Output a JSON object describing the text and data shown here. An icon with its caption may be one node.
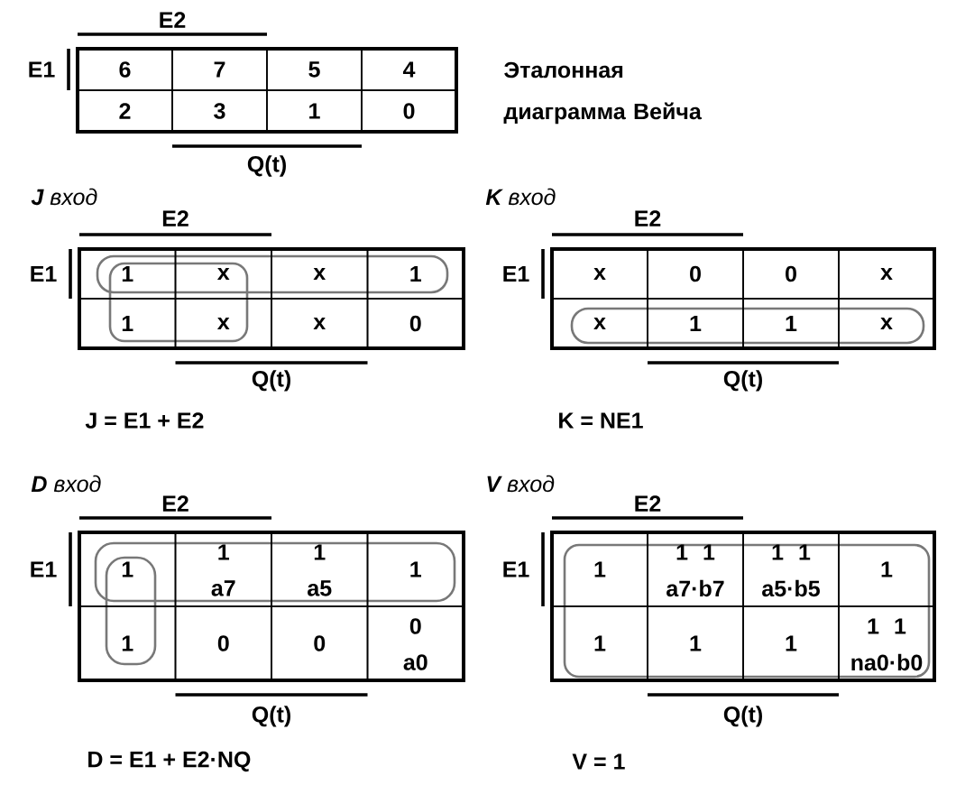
{
  "diagram": {
    "nodes": [
      {
        "text": [],
        "shape": "box"
      },
      {
        "text": [],
        "shape": "box"
      },
      {
        "text": [],
        "shape": "box"
      },
      {
        "text": [],
        "shape": "box"
      },
      {
        "text": [],
        "shape": "box"
      },
      {
        "text": [],
        "shape": "box"
      }
    ],
    "labels": [
      "E2",
      "E1",
      "6",
      "7",
      "5",
      "4",
      "2",
      "3",
      "1",
      "0",
      "Q(t)",
      "Эталонная диаграмма Вейча",
      "**J** вход",
      "E2",
      "E1",
      "1",
      "x",
      "x",
      "1",
      "1",
      "x",
      "x",
      "0",
      "Q(t)",
      "J = E1 + E2",
      "**K** вход",
      "E2",
      "E1",
      "x",
      "0",
      "0",
      "x",
      "x",
      "1",
      "1",
      "x",
      "Q(t)",
      "K = NE1",
      "**D** вход",
      "E2",
      "E1",
      "1",
      "1",
      "a7",
      "1",
      "a5",
      "1",
      "1",
      "0",
      "0",
      "0",
      "a0",
      "Q(t)",
      "D = E1 + E2·NQ",
      "**V** вход",
      "E2",
      "E1",
      "1",
      "1 1",
      "a7·b7",
      "1 1",
      "a5·b5",
      "1",
      "1",
      "1",
      "1",
      "1 1",
      "na0·b0",
      "Q(t)",
      "V = 1"
    ]
  }
}
